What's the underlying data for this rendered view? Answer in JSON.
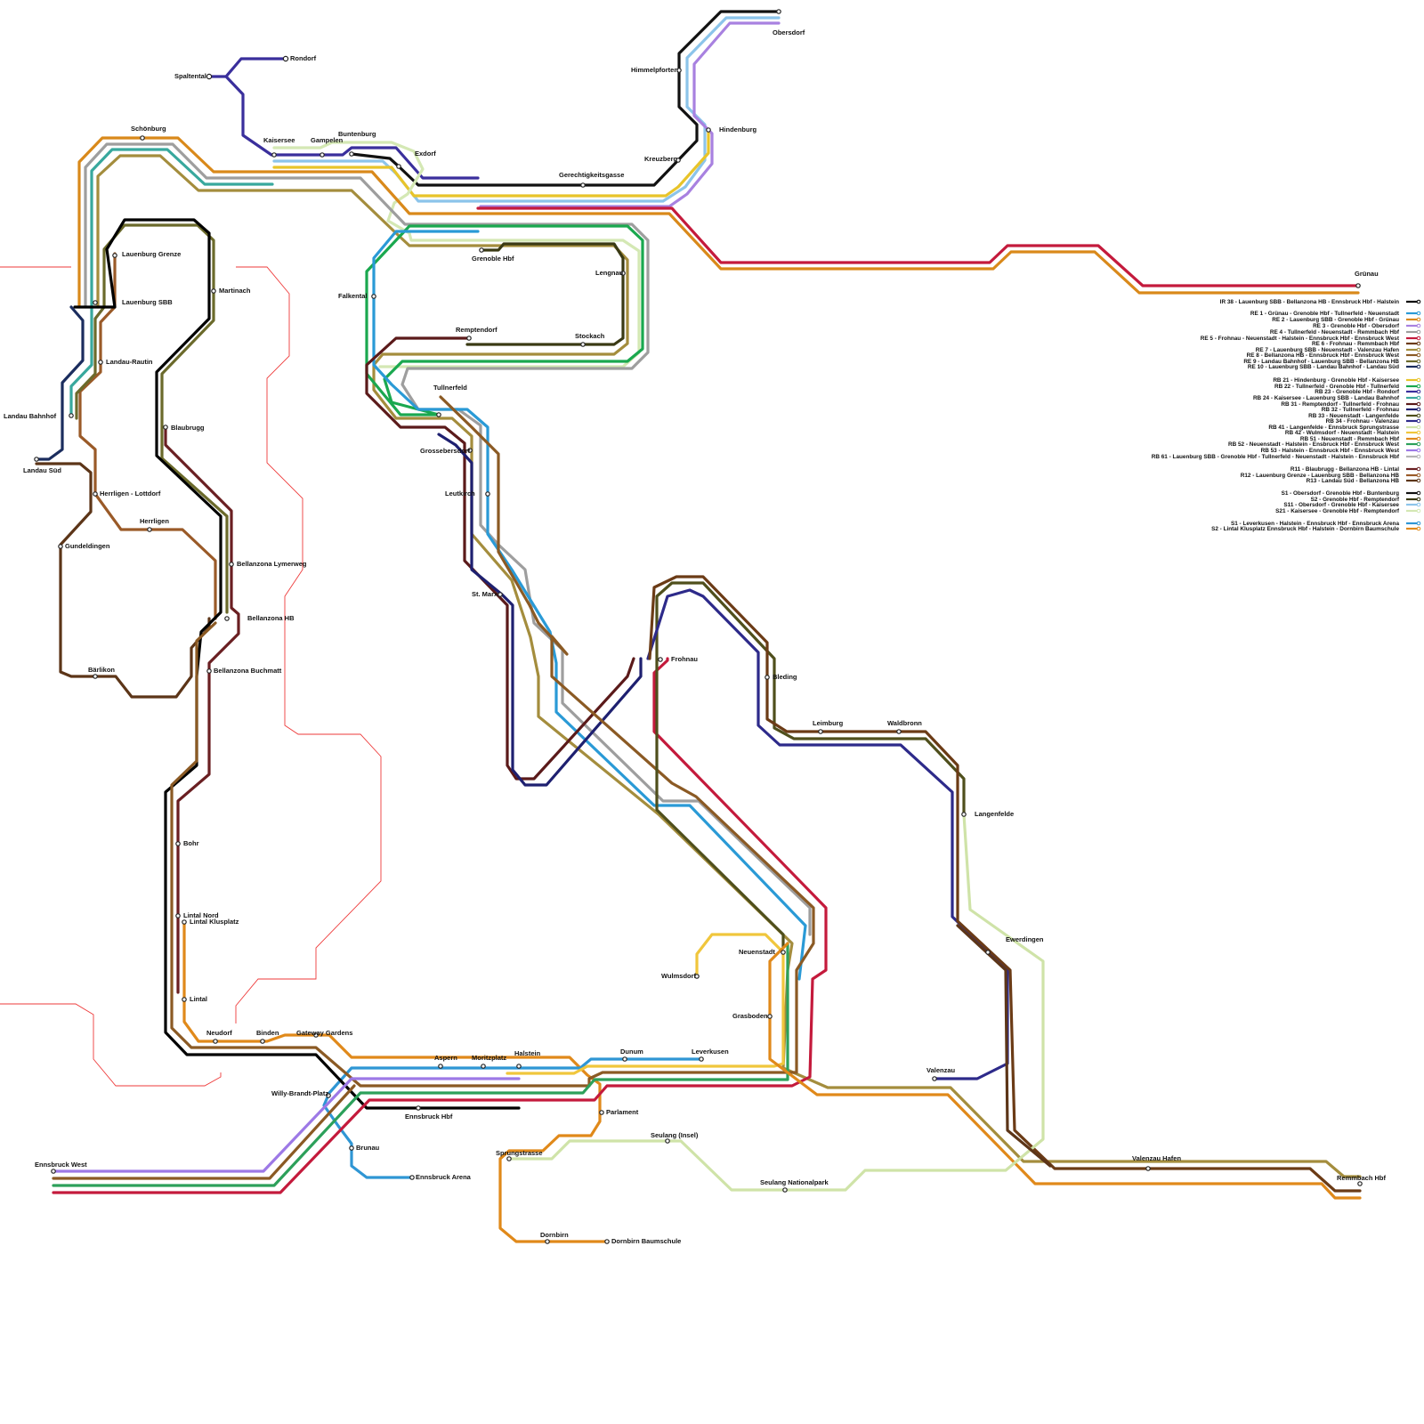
{
  "lines": [
    {
      "id": "ir38",
      "color": "#000000"
    },
    {
      "id": "re1",
      "color": "#2a9ad6"
    },
    {
      "id": "re2",
      "color": "#d9891a"
    },
    {
      "id": "re3",
      "color": "#a881e0"
    },
    {
      "id": "re4",
      "color": "#9e9e9e"
    },
    {
      "id": "re5",
      "color": "#c41a3c"
    },
    {
      "id": "re6",
      "color": "#6b3b16"
    },
    {
      "id": "re7",
      "color": "#a48d3d"
    },
    {
      "id": "re8",
      "color": "#8b5a24"
    },
    {
      "id": "re9",
      "color": "#6b6a2b"
    },
    {
      "id": "re10",
      "color": "#1b2d5e"
    },
    {
      "id": "rb21",
      "color": "#e8c42a"
    },
    {
      "id": "rb22",
      "color": "#1aa84f"
    },
    {
      "id": "rb23",
      "color": "#3a2f9c"
    },
    {
      "id": "rb24",
      "color": "#38a89d"
    },
    {
      "id": "rb31",
      "color": "#5b1a1a"
    },
    {
      "id": "rb32",
      "color": "#1e2070"
    },
    {
      "id": "rb33",
      "color": "#4f4f1c"
    },
    {
      "id": "rb34",
      "color": "#2d2a8a"
    },
    {
      "id": "rb41",
      "color": "#cfe3a8"
    },
    {
      "id": "rb42",
      "color": "#f0c63c"
    },
    {
      "id": "rb51",
      "color": "#e0891a"
    },
    {
      "id": "rb52",
      "color": "#2ca05a"
    },
    {
      "id": "rb53",
      "color": "#9d79e6"
    },
    {
      "id": "rb61",
      "color": "#b5b5b5"
    },
    {
      "id": "r11",
      "color": "#6a1f22"
    },
    {
      "id": "r12",
      "color": "#9a5a28"
    },
    {
      "id": "r13",
      "color": "#5c3518"
    },
    {
      "id": "s1o",
      "color": "#111111"
    },
    {
      "id": "s2g",
      "color": "#3a3a14"
    },
    {
      "id": "s11",
      "color": "#8cc4ea"
    },
    {
      "id": "s21",
      "color": "#d4e8b4"
    },
    {
      "id": "s1l",
      "color": "#2f96d4"
    },
    {
      "id": "s2l",
      "color": "#e0891a"
    }
  ],
  "stations": {
    "rondorf": "Rondorf",
    "spaltental": "Spaltental",
    "schoenburg": "Schönburg",
    "kaisersee": "Kaisersee",
    "gampelen": "Gampelen",
    "buntenburg": "Buntenburg",
    "exdorf": "Exdorf",
    "himmelpforten": "Himmelpforten",
    "obersdorf": "Obersdorf",
    "hindenburg": "Hindenburg",
    "kreuzberg": "Kreuzberg",
    "gerechtigkeitsgasse": "Gerechtigkeitsgasse",
    "gruenau": "Grünau",
    "lauenburg_grenze": "Lauenburg Grenze",
    "lauenburg_sbb": "Lauenburg SBB",
    "martinach": "Martinach",
    "grenoble_hbf": "Grenoble Hbf",
    "lengnau": "Lengnau",
    "falkental": "Falkental",
    "remptendorf": "Remptendorf",
    "stockach": "Stockach",
    "landau_rautin": "Landau-Rautin",
    "landau_bahnhof": "Landau Bahnhof",
    "landau_sued": "Landau Süd",
    "tullnerfeld": "Tullnerfeld",
    "blaubrugg": "Blaubrugg",
    "grossebersdorf": "Grossebersdorf",
    "herrligen_lottdorf": "Herrligen - Lottdorf",
    "leutkirch": "Leutkirch",
    "herrligen": "Herrligen",
    "gundeldingen": "Gundeldingen",
    "bellanzona_lymerweg": "Bellanzona Lymerweg",
    "st_marx": "St. Marx",
    "bellanzona_hb": "Bellanzona HB",
    "frohnau": "Frohnau",
    "baerlikon": "Bärlikon",
    "bellanzona_buchmatt": "Bellanzona Buchmatt",
    "bleding": "Bleding",
    "leimburg": "Leimburg",
    "waldbronn": "Waldbronn",
    "langenfelde": "Langenfelde",
    "bohr": "Bohr",
    "lintal_nord": "Lintal Nord",
    "lintal_klusplatz": "Lintal Klusplatz",
    "ewerdingen": "Ewerdingen",
    "neuenstadt": "Neuenstadt",
    "wulmsdorf": "Wulmsdorf",
    "lintal": "Lintal",
    "grasboden": "Grasboden",
    "neudorf": "Neudorf",
    "binden": "Binden",
    "gateway_gardens": "Gateway Gardens",
    "dunum": "Dunum",
    "leverkusen": "Leverkusen",
    "aspern": "Aspern",
    "moritzplatz": "Moritzplatz",
    "halstein": "Halstein",
    "valenzau": "Valenzau",
    "willy_brandt_platz": "Willy-Brandt-Platz",
    "ennsbruck_hbf": "Ennsbruck Hbf",
    "parlament": "Parlament",
    "brunau": "Brunau",
    "seulang_insel": "Seulang (Insel)",
    "sprungstrasse": "Sprungstrasse",
    "ennsbruck_west": "Ennsbruck West",
    "valenzau_hafen": "Valenzau Hafen",
    "ennsbruck_arena": "Ennsbruck Arena",
    "remmbach_hbf": "Remmbach Hbf",
    "seulang_nationalpark": "Seulang Nationalpark",
    "dornbirn": "Dornbirn",
    "dornbirn_baumschule": "Dornbirn Baumschule"
  },
  "legend": {
    "ir": [
      "IR 38  -  Lauenburg SBB - Bellanzona HB - Ennsbruck Hbf - Halstein"
    ],
    "re": [
      "RE 1  -  Grünau - Grenoble Hbf - Tullnerfeld - Neuenstadt",
      "RE 2  -  Lauenburg SBB - Grenoble Hbf - Grünau",
      "RE 3  -  Grenoble Hbf - Obersdorf",
      "RE 4  -  Tullnerfeld - Neuenstadt - Remmbach Hbf",
      "RE 5  -  Frohnau - Neuenstadt - Halstein - Ennsbruck Hbf - Ennsbruck West",
      "RE 6  -  Frohnau - Remmbach Hbf",
      "RE 7  -  Lauenburg SBB - Neuenstadt - Valenzau Hafen",
      "RE 8  -  Bellanzona HB - Ennsbruck Hbf - Ennsbruck West",
      "RE 9  -  Landau Bahnhof - Lauenburg SBB - Bellanzona HB",
      "RE 10  -  Lauenburg SBB - Landau Bahnhof - Landau Süd"
    ],
    "rb": [
      "RB 21  -  Hindenburg - Grenoble Hbf - Kaisersee",
      "RB 22  -  Tullnerfeld - Grenoble Hbf - Tullnerfeld",
      "RB 23  -  Grenoble Hbf - Rondorf",
      "RB 24  -  Kaisersee - Lauenburg SBB - Landau Bahnhof",
      "RB 31  -  Remptendorf - Tullnerfeld - Frohnau",
      "RB 32  -  Tullnerfeld - Frohnau",
      "RB 33  -  Neuenstadt - Langenfelde",
      "RB 34  -  Frohnau - Valenzau",
      "RB 41  -  Langenfelde - Ennsbruck Sprungstrasse",
      "RB 42  -  Wulmsdorf - Neuenstadt - Halstein",
      "RB 51  -  Neuenstadt - Remmbach Hbf",
      "RB 52  -  Neuenstadt - Halstein - Ensbruck Hbf - Ennsbruck West",
      "RB 53  -  Halstein - Ennsbruck Hbf - Ennsbruck West",
      "RB 61  -  Lauenburg SBB - Grenoble Hbf - Tullnerfeld - Neuenstadt - Halstein - Ennsbruck Hbf"
    ],
    "r": [
      "R11  -  Blaubrugg - Bellanzona HB - Lintal",
      "R12  -  Lauenburg Grenze - Lauenburg SBB - Bellanzona HB",
      "R13  -  Landau Süd - Bellanzona HB"
    ],
    "s": [
      "S1  -  Obersdorf - Grenoble Hbf - Buntenburg",
      "S2  -  Grenoble Hbf - Remptendorf",
      "S11  -  Obersdorf - Grenoble Hbf - Kaisersee",
      "S21  -  Kaisersee - Grenoble Hbf - Remptendorf"
    ],
    "s_local": [
      "S1  -  Leverkusen - Halstein - Ennsbruck Hbf - Ennsbruck Arena",
      "S2  -  Lintal Klusplatz  Ennsbruck Hbf - Halstein - Dornbirn Baumschule"
    ]
  }
}
